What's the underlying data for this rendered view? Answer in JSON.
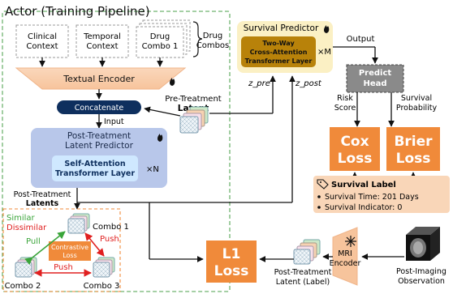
{
  "actor": {
    "title": "Actor (Training Pipeline)"
  },
  "inputs": {
    "clinical": [
      "Clinical",
      "Context"
    ],
    "temporal": [
      "Temporal",
      "Context"
    ],
    "drug": [
      "Drug",
      "Combo 1"
    ],
    "drug_combos_label": [
      "Drug",
      "Combos"
    ]
  },
  "textual_encoder": "Textual Encoder",
  "concatenate": "Concatenate",
  "input_label": "Input",
  "pre_treatment": [
    "Pre-Treatment",
    "Latent"
  ],
  "post_predictor": {
    "title": [
      "Post-Treatment",
      "Latent Predictor"
    ],
    "layer": [
      "Self-Attention",
      "Transformer Layer"
    ],
    "repeat": "×N"
  },
  "post_latents": [
    "Post-Treatment",
    "Latents"
  ],
  "contrast": {
    "similar": "Similar",
    "dissimilar": "Dissimilar",
    "combo1": "Combo 1",
    "combo2": "Combo 2",
    "combo3": "Combo 3",
    "pull": "Pull",
    "push1": "Push",
    "push2": "Push",
    "loss": [
      "Contrastive",
      "Loss"
    ]
  },
  "survival_predictor": {
    "title": "Survival Predictor",
    "layer": [
      "Two-Way",
      "Cross-Attention",
      "Transformer Layer"
    ],
    "repeat": "×M"
  },
  "z_pre": "z_pre",
  "z_post": "z_post",
  "output_label": "Output",
  "predict_head": [
    "Predict",
    "Head"
  ],
  "risk_score": [
    "Risk",
    "Score"
  ],
  "survival_prob": [
    "Survival",
    "Probability"
  ],
  "cox_loss": [
    "Cox",
    "Loss"
  ],
  "brier_loss": [
    "Brier",
    "Loss"
  ],
  "survival_label": {
    "title": "Survival Label",
    "time": "Survival Time: 201 Days",
    "indicator": "Survival Indicator: 0"
  },
  "l1_loss": [
    "L1",
    "Loss"
  ],
  "mri_encoder": [
    "MRI",
    "Encoder"
  ],
  "post_latent_label": [
    "Post-Treatment",
    "Latent (Label)"
  ],
  "post_imaging": [
    "Post-Imaging",
    "Observation"
  ],
  "colors": {
    "orange": "#f08a3a",
    "peach": "#f9d6b8",
    "navy": "#0e2f5e",
    "blue_panel": "#b8c7ea",
    "gold": "#b8820a",
    "yellow_panel": "#fbf0c4",
    "gray": "#8a8a8a",
    "green": "#3aa53a",
    "red": "#e02020"
  }
}
